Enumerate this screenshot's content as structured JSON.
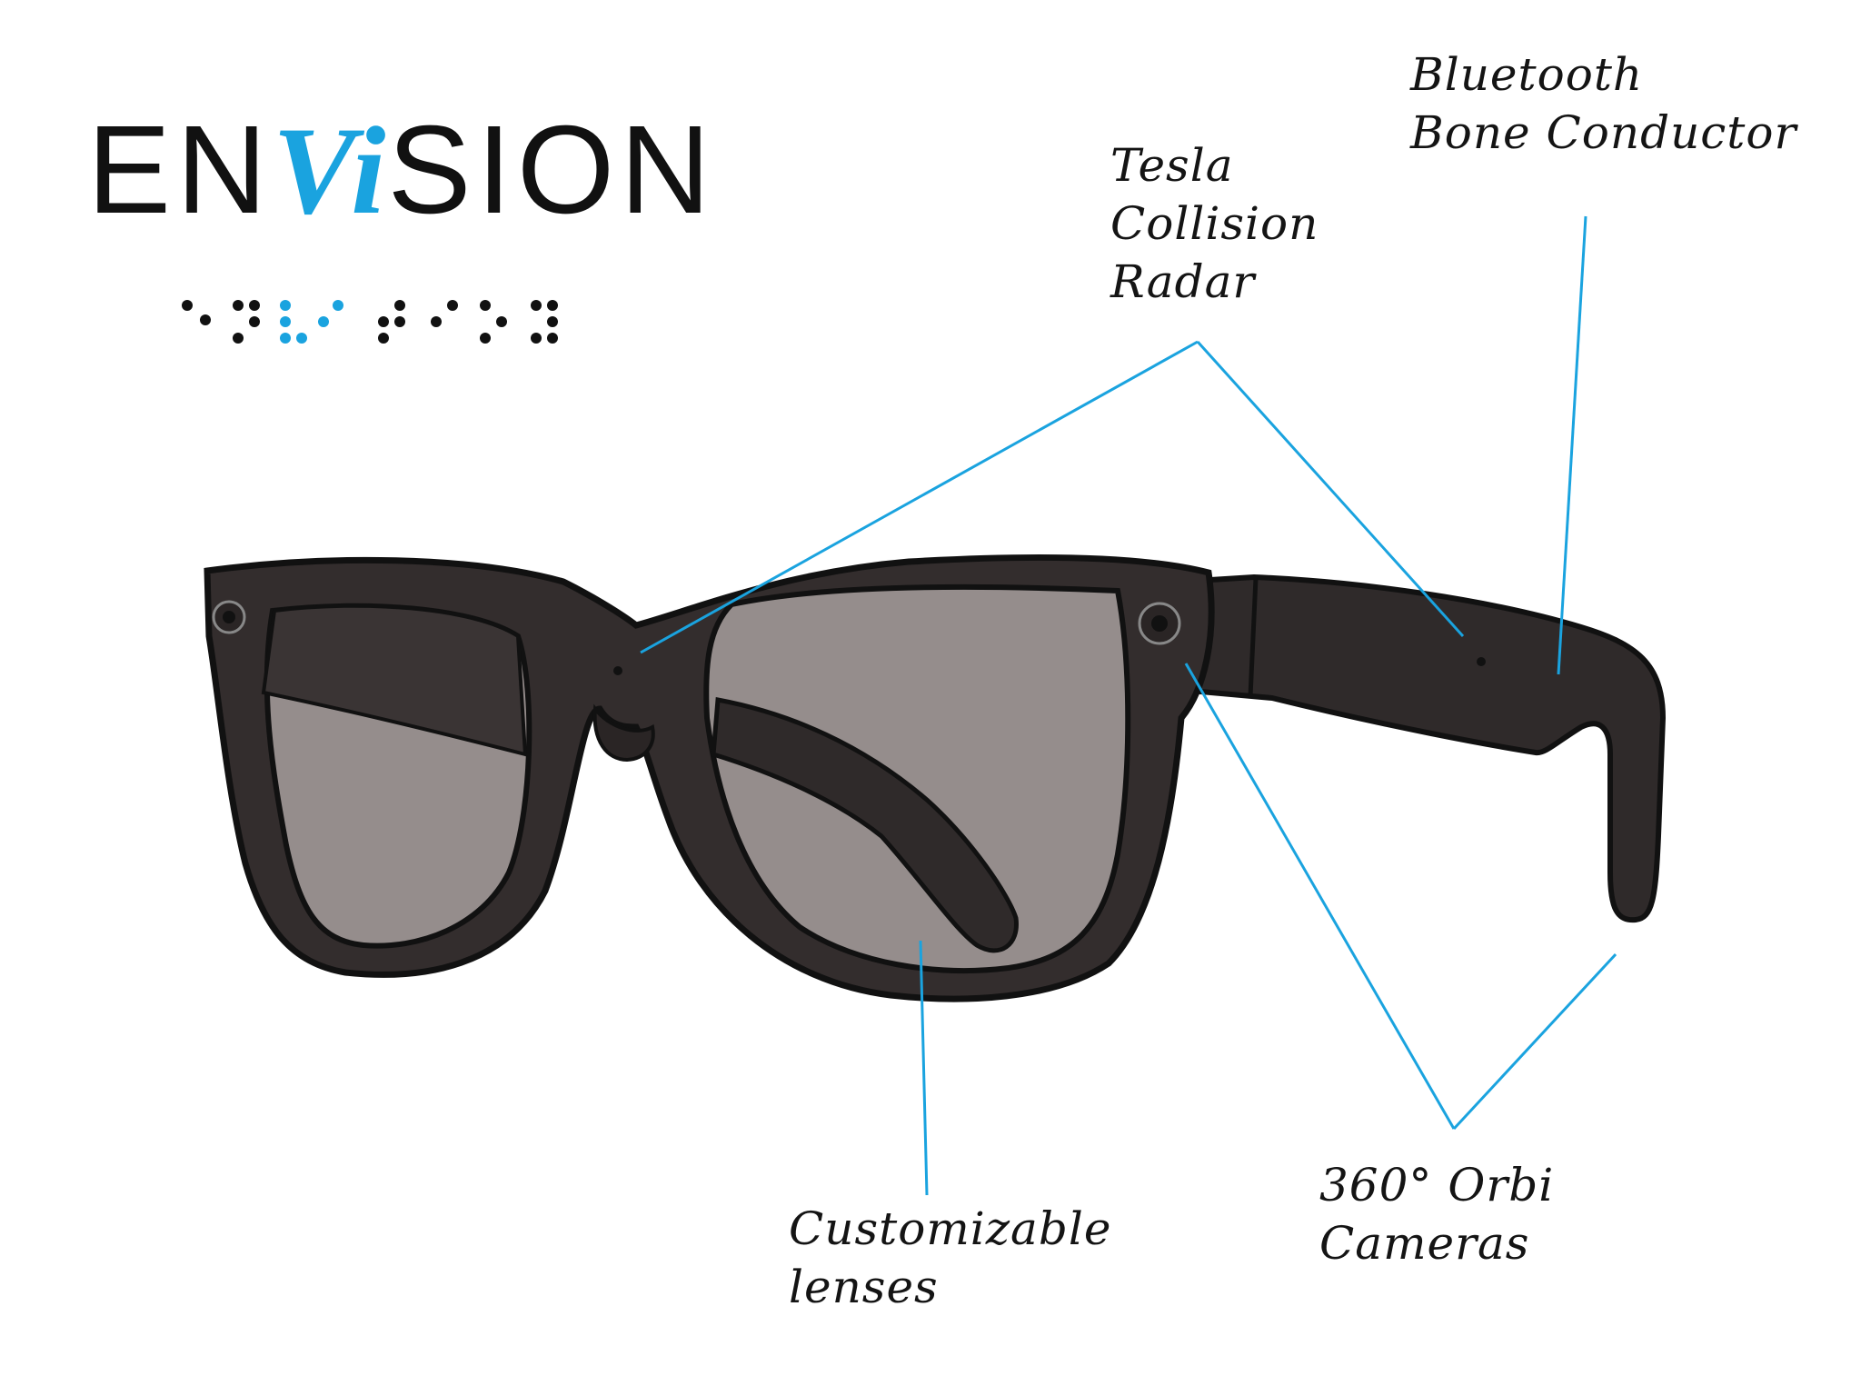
{
  "logo": {
    "text_before": "EN",
    "text_accent": "Vi",
    "text_after": "SION"
  },
  "labels": {
    "radar": "Tesla\nCollision\nRadar",
    "bluetooth": "Bluetooth\nBone Conductor",
    "lenses": "Customizable\nlenses",
    "cameras": "360° Orbi\nCameras"
  },
  "colors": {
    "accent": "#1aa3df",
    "frame": "#2f2a2a",
    "lens": "#958d8c",
    "ink": "#141414"
  }
}
